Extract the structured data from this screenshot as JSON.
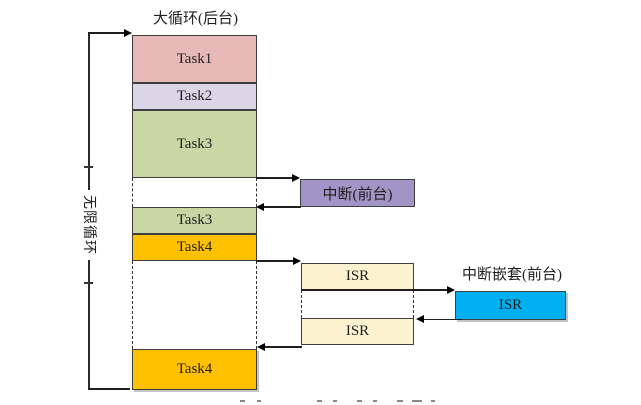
{
  "diagram": {
    "title": "大循环(后台)",
    "loop_label": "无限循环",
    "background_loop": {
      "task1": "Task1",
      "task2": "Task2",
      "task3": "Task3",
      "task3_resume": "Task3",
      "task4": "Task4",
      "task4_resume": "Task4"
    },
    "foreground": {
      "interrupt_label": "中断(前台)",
      "isr_first": "ISR",
      "isr_second": "ISR",
      "nested_title": "中断嵌套(前台)",
      "isr_nested": "ISR"
    },
    "colors": {
      "task1": "#e6b9b7",
      "task2": "#dbd5e8",
      "task3": "#c8d7a3",
      "task4": "#ffc000",
      "interrupt": "#a294c6",
      "isr": "#fcf2d0",
      "isr_nested": "#00b0f0",
      "line": "#1f1f1f"
    }
  }
}
